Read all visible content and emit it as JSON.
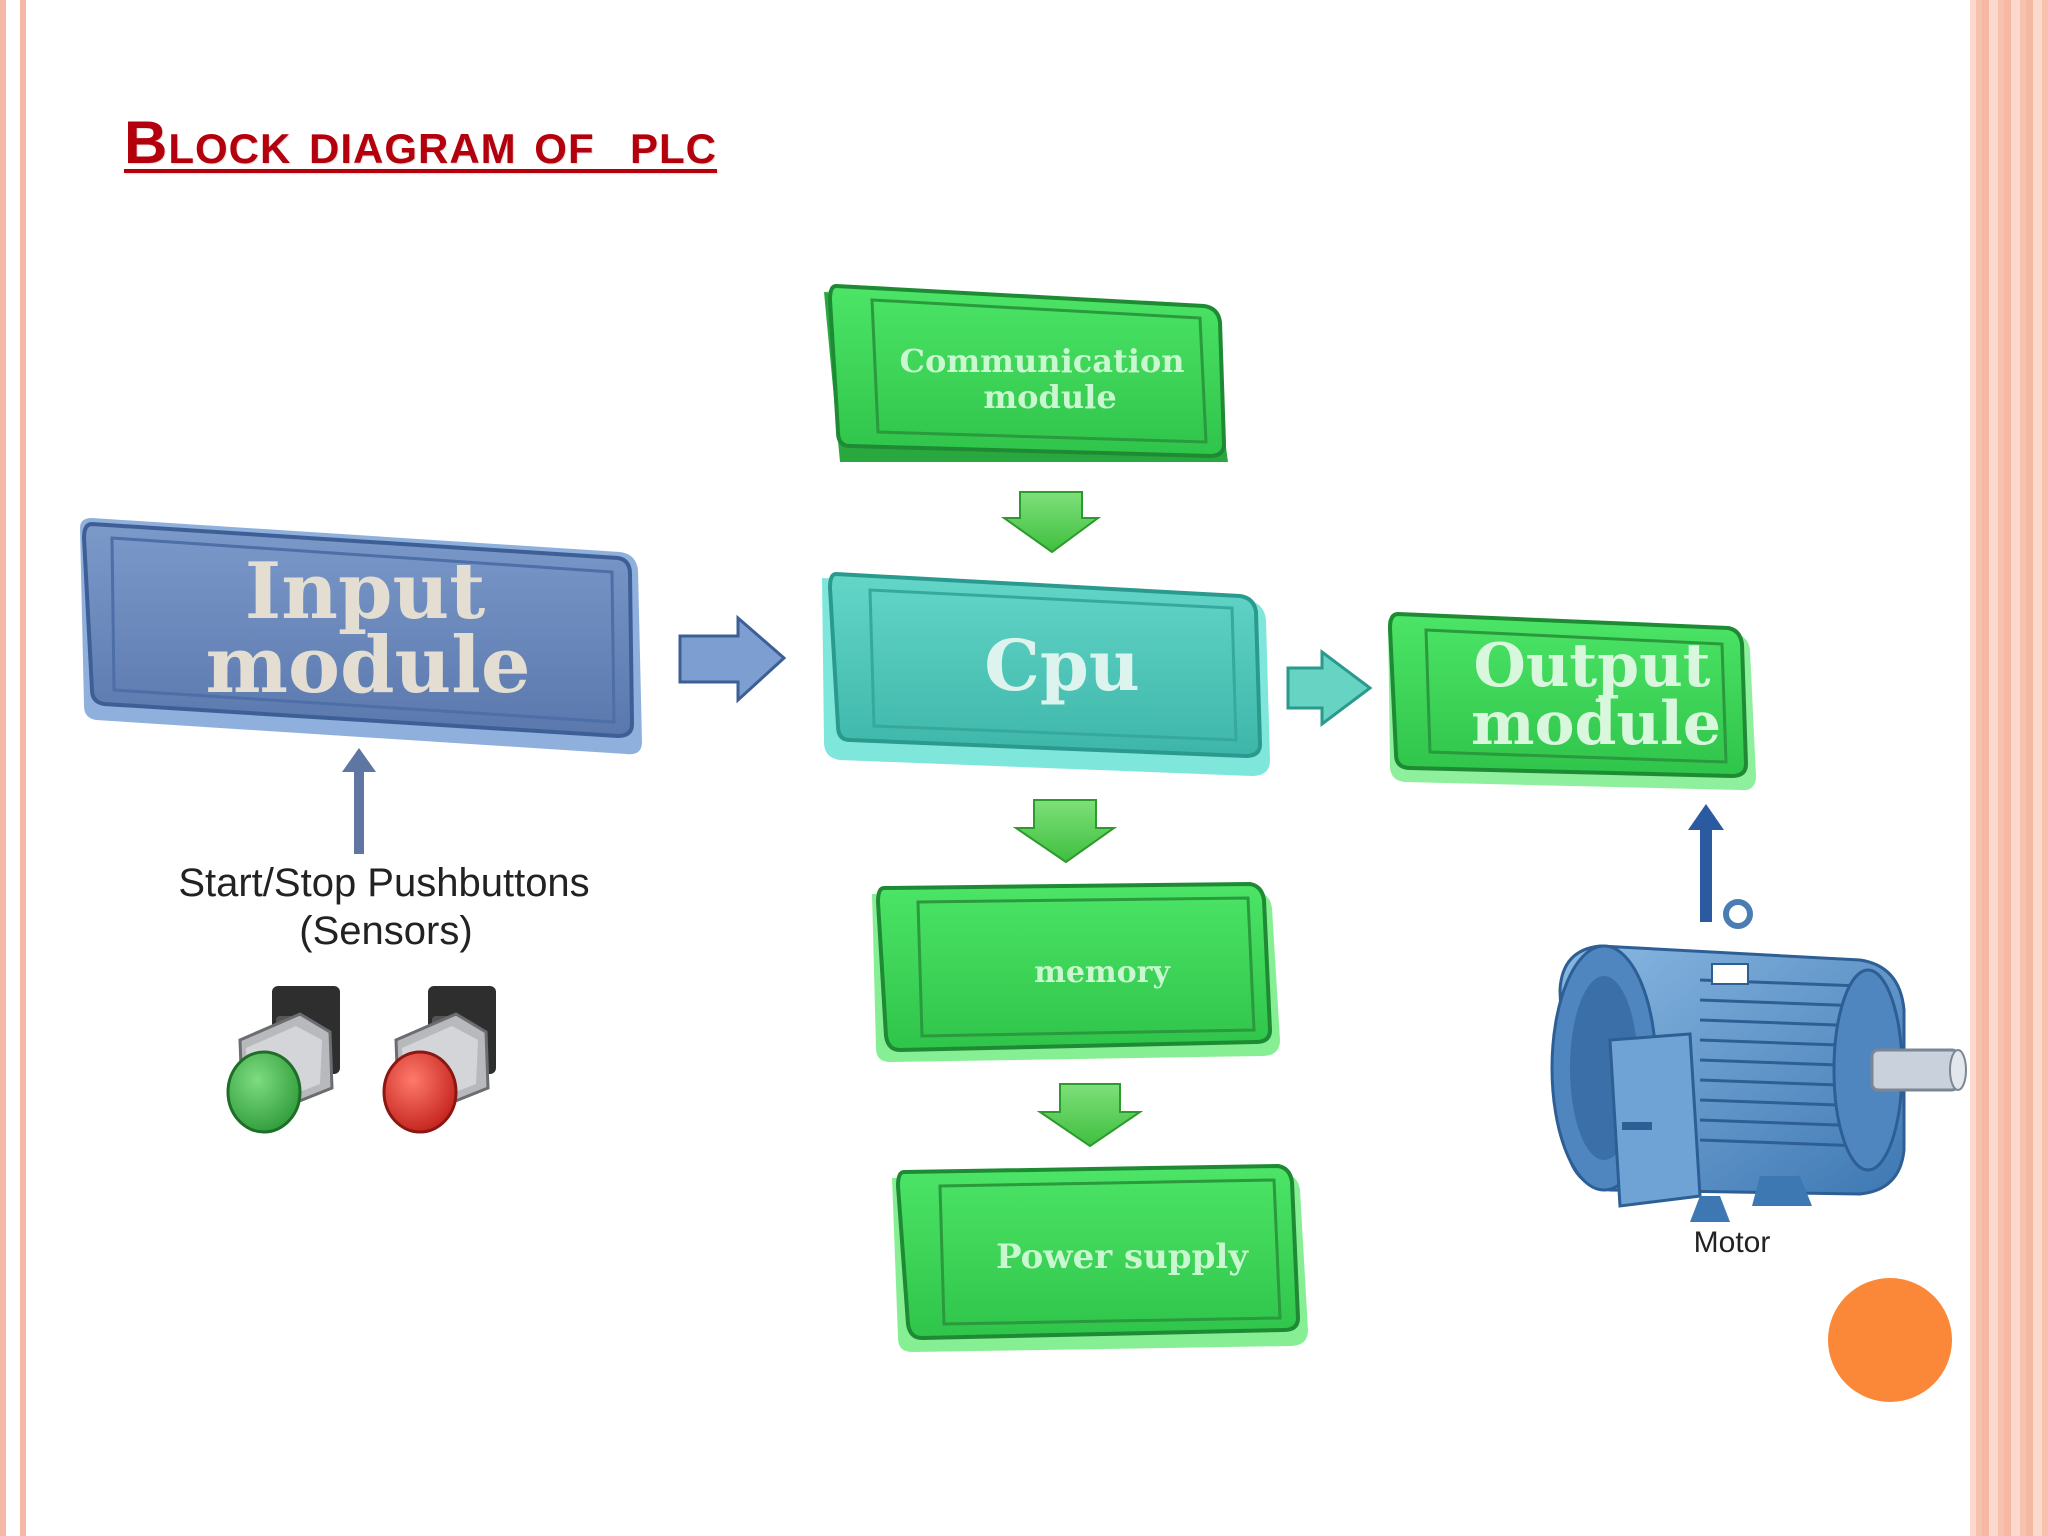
{
  "slide": {
    "title": "Block diagram of  plc"
  },
  "blocks": {
    "communication": {
      "line1": "Communication",
      "line2": "module"
    },
    "input": {
      "line1": "Input",
      "line2": "module"
    },
    "cpu": {
      "label": "Cpu"
    },
    "output": {
      "line1": "Output",
      "line2": "module"
    },
    "memory": {
      "label": "memory"
    },
    "power": {
      "label": "Power supply"
    }
  },
  "labels": {
    "pushbuttons_line1": "Start/Stop Pushbuttons",
    "pushbuttons_line2": "(Sensors)",
    "motor": "Motor"
  },
  "colors": {
    "title": "#b4000c",
    "input_block": "#5f7fb5",
    "cpu_block": "#48c7b8",
    "module_green": "#3fd85a",
    "accent_dot": "#fb8738",
    "button_green": "#3fb34a",
    "button_red": "#e0322b",
    "motor_blue": "#5a92c8"
  }
}
